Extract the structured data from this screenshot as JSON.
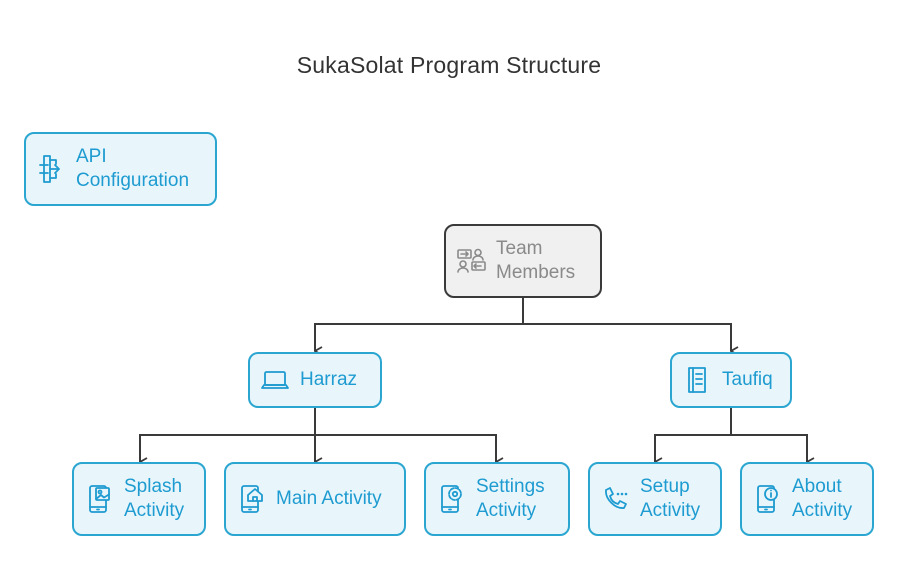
{
  "title": "SukaSolat Program Structure",
  "nodes": {
    "api": {
      "label": "API\nConfiguration",
      "icon": "api-config-icon"
    },
    "team": {
      "label": "Team\nMembers",
      "icon": "team-members-icon"
    },
    "harraz": {
      "label": "Harraz",
      "icon": "laptop-icon"
    },
    "taufiq": {
      "label": "Taufiq",
      "icon": "book-icon"
    },
    "splash": {
      "label": "Splash\nActivity",
      "icon": "phone-image-icon"
    },
    "main": {
      "label": "Main Activity",
      "icon": "phone-home-icon"
    },
    "settings": {
      "label": "Settings\nActivity",
      "icon": "phone-gear-icon"
    },
    "setup": {
      "label": "Setup\nActivity",
      "icon": "phone-call-icon"
    },
    "about": {
      "label": "About\nActivity",
      "icon": "phone-info-icon"
    }
  },
  "edges": [
    {
      "from": "Team Members",
      "to": "Harraz"
    },
    {
      "from": "Team Members",
      "to": "Taufiq"
    },
    {
      "from": "Harraz",
      "to": "Splash Activity"
    },
    {
      "from": "Harraz",
      "to": "Main Activity"
    },
    {
      "from": "Harraz",
      "to": "Settings Activity"
    },
    {
      "from": "Taufiq",
      "to": "Setup Activity"
    },
    {
      "from": "Taufiq",
      "to": "About Activity"
    }
  ],
  "colors": {
    "accent": "#2aa6d0",
    "fill": "#e8f6fc",
    "root_border": "#3a3a3a",
    "root_fill": "#f0f0f0",
    "root_text": "#8a8a8a",
    "edge": "#3a3a3a"
  }
}
